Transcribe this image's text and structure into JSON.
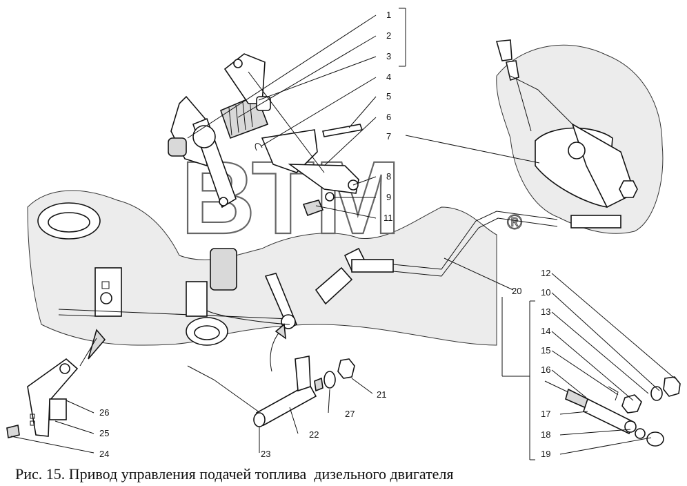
{
  "caption": "Рис. 15. Привод управления подачей топлива  дизельного двигателя",
  "watermark": "ВТМ",
  "watermark_mark": "®",
  "callouts": [
    "1",
    "2",
    "3",
    "4",
    "5",
    "6",
    "7",
    "8",
    "9",
    "11",
    "12",
    "10",
    "13",
    "14",
    "15",
    "16",
    "17",
    "18",
    "19",
    "20",
    "21",
    "22",
    "23",
    "24",
    "25",
    "26",
    "27"
  ]
}
